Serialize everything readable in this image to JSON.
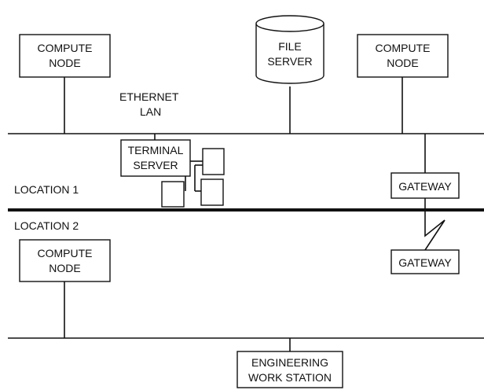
{
  "network": {
    "location_1_label": "LOCATION 1",
    "location_2_label": "LOCATION 2",
    "lan_label_line1": "ETHERNET",
    "lan_label_line2": "LAN",
    "nodes": {
      "compute_node_left": {
        "line1": "COMPUTE",
        "line2": "NODE"
      },
      "file_server": {
        "line1": "FILE",
        "line2": "SERVER"
      },
      "compute_node_right": {
        "line1": "COMPUTE",
        "line2": "NODE"
      },
      "terminal_server": {
        "line1": "TERMINAL",
        "line2": "SERVER"
      },
      "gateway_1": {
        "line1": "GATEWAY"
      },
      "gateway_2": {
        "line1": "GATEWAY"
      },
      "compute_node_loc2": {
        "line1": "COMPUTE",
        "line2": "NODE"
      },
      "engineering_ws": {
        "line1": "ENGINEERING",
        "line2": "WORK STATION"
      }
    }
  },
  "colors": {
    "ink": "#111111",
    "background": "#ffffff"
  }
}
